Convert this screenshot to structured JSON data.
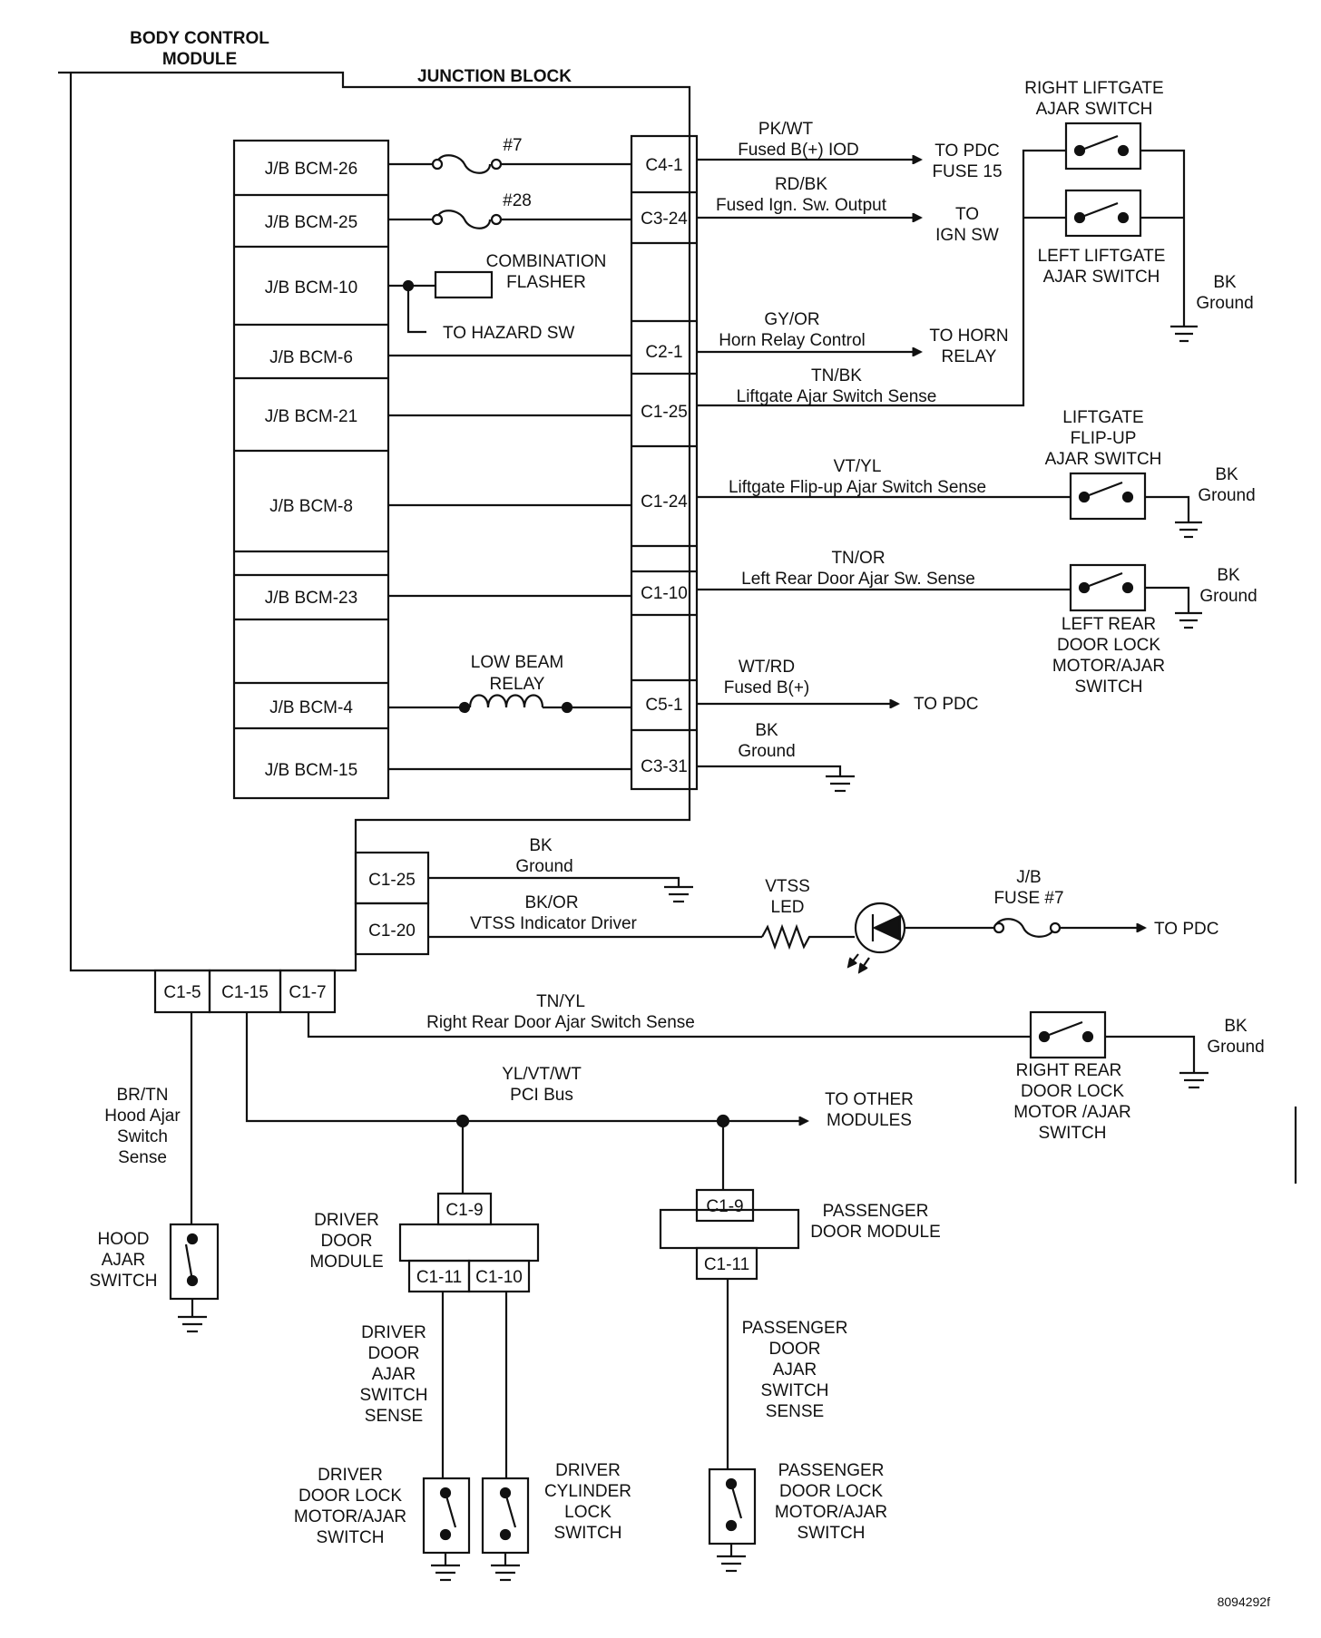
{
  "bcm_title": [
    "BODY CONTROL",
    "MODULE"
  ],
  "jb_title": "JUNCTION BLOCK",
  "left_pins": [
    "J/B BCM-26",
    "J/B BCM-25",
    "J/B BCM-10",
    "J/B BCM-6",
    "J/B BCM-21",
    "J/B BCM-8",
    "J/B BCM-23",
    "J/B BCM-4",
    "J/B BCM-15"
  ],
  "right_pins": [
    "C4-1",
    "C3-24",
    "C2-1",
    "C1-25",
    "C1-24",
    "C1-10",
    "C5-1",
    "C3-31"
  ],
  "fuse_7": "#7",
  "fuse_28": "#28",
  "combination_flasher": [
    "COMBINATION",
    "FLASHER"
  ],
  "to_hazard": "TO HAZARD SW",
  "low_beam": [
    "LOW BEAM",
    "RELAY"
  ],
  "wires": {
    "w1": [
      "PK/WT",
      "Fused B(+) IOD"
    ],
    "w2": [
      "RD/BK",
      "Fused Ign. Sw. Output"
    ],
    "w3": [
      "GY/OR",
      "Horn Relay Control"
    ],
    "w4": [
      "TN/BK",
      "Liftgate Ajar Switch Sense"
    ],
    "w5": [
      "VT/YL",
      "Liftgate Flip-up Ajar Switch Sense"
    ],
    "w6": [
      "TN/OR",
      "Left Rear Door Ajar Sw. Sense"
    ],
    "w7": [
      "WT/RD",
      "Fused B(+)"
    ],
    "w8": [
      "BK",
      "Ground"
    ],
    "w9": [
      "BK",
      "Ground"
    ],
    "w10": [
      "BK/OR",
      "VTSS Indicator Driver"
    ],
    "w11": [
      "TN/YL",
      "Right Rear Door Ajar Switch Sense"
    ],
    "w12": [
      "YL/VT/WT",
      "PCI Bus"
    ],
    "w13": [
      "BR/TN",
      "Hood Ajar",
      "Switch",
      "Sense"
    ]
  },
  "dest": {
    "pdc15": [
      "TO PDC",
      "FUSE 15"
    ],
    "ign": [
      "TO",
      "IGN SW"
    ],
    "horn": [
      "TO HORN",
      "RELAY"
    ],
    "pdc": "TO PDC",
    "pdc2": "TO PDC",
    "other": [
      "TO OTHER",
      "MODULES"
    ]
  },
  "bcm_pins": [
    "C1-25",
    "C1-20"
  ],
  "bottom_pins": [
    "C1-5",
    "C1-15",
    "C1-7"
  ],
  "switches": {
    "right_liftgate": [
      "RIGHT LIFTGATE",
      "AJAR SWITCH"
    ],
    "left_liftgate": [
      "LEFT LIFTGATE",
      "AJAR SWITCH"
    ],
    "flipup": [
      "LIFTGATE",
      "FLIP-UP",
      "AJAR SWITCH"
    ],
    "left_rear": [
      "LEFT REAR",
      "DOOR LOCK",
      "MOTOR/AJAR",
      "SWITCH"
    ],
    "right_rear": [
      "RIGHT REAR",
      "DOOR LOCK",
      "MOTOR /AJAR",
      "SWITCH"
    ],
    "hood": [
      "HOOD",
      "AJAR",
      "SWITCH"
    ],
    "driver_lock": [
      "DRIVER",
      "DOOR LOCK",
      "MOTOR/AJAR",
      "SWITCH"
    ],
    "driver_cyl": [
      "DRIVER",
      "CYLINDER",
      "LOCK",
      "SWITCH"
    ],
    "pass_lock": [
      "PASSENGER",
      "DOOR LOCK",
      "MOTOR/AJAR",
      "SWITCH"
    ]
  },
  "grounds": {
    "g1": [
      "BK",
      "Ground"
    ],
    "g2": [
      "BK",
      "Ground"
    ],
    "g3": [
      "BK",
      "Ground"
    ],
    "g4": [
      "BK",
      "Ground"
    ]
  },
  "vtss_led": [
    "VTSS",
    "LED"
  ],
  "jb_fuse7": [
    "J/B",
    "FUSE #7"
  ],
  "driver_module": {
    "label": [
      "DRIVER",
      "DOOR",
      "MODULE"
    ],
    "pin_top": "C1-9",
    "pins_bottom": [
      "C1-11",
      "C1-10"
    ]
  },
  "passenger_module": {
    "label": [
      "PASSENGER",
      "DOOR MODULE"
    ],
    "pin_top": "C1-9",
    "pin_bottom": "C1-11"
  },
  "driver_sense": [
    "DRIVER",
    "DOOR",
    "AJAR",
    "SWITCH",
    "SENSE"
  ],
  "pass_sense": [
    "PASSENGER",
    "DOOR",
    "AJAR",
    "SWITCH",
    "SENSE"
  ],
  "figure_code": "8094292f"
}
